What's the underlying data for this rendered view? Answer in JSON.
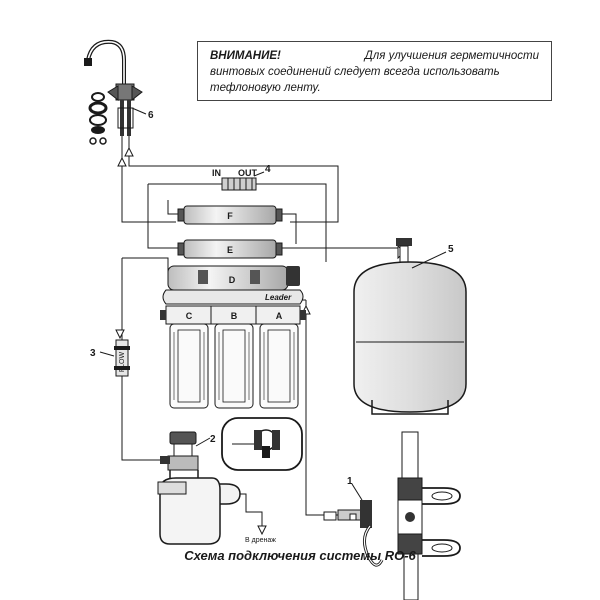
{
  "notice": {
    "title": "ВНИМАНИЕ!",
    "line1_tail": "Для улучшения герметичности",
    "line2": "винтовых соединений следует всегда использовать",
    "line3": "тефлоновую ленту."
  },
  "caption": "Схема подключения системы RO-6",
  "components": {
    "faucet_number": "6",
    "postfilter_number": "4",
    "postfilter_in": "IN",
    "postfilter_out": "OUT",
    "cartridge_f": "F",
    "cartridge_e": "E",
    "membrane_d": "D",
    "brand": "Leader",
    "filter_a": "A",
    "filter_b": "B",
    "filter_c": "C",
    "tank_number": "5",
    "flow_restrictor_number": "3",
    "flow_restrictor_text": "FLOW",
    "drain_clamp_number": "2",
    "feed_valve_number": "1",
    "drain_label": "В дренаж"
  }
}
